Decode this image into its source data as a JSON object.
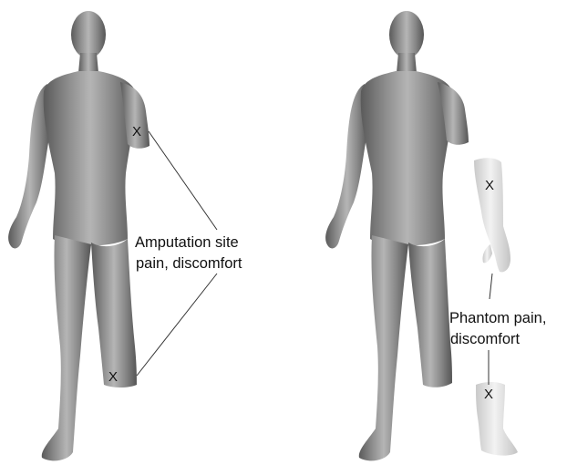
{
  "colors": {
    "body_light": "#b3b3b3",
    "body_mid": "#878787",
    "body_dark": "#575757",
    "ghost_light": "#f0f0f0",
    "ghost_dark": "#c6c6c6",
    "line": "#333333",
    "background": "#ffffff"
  },
  "left_panel": {
    "label_line1": "Amputation site",
    "label_line2": "pain, discomfort",
    "mark_arm": "X",
    "mark_leg": "X"
  },
  "right_panel": {
    "label_line1": "Phantom pain,",
    "label_line2": "discomfort",
    "mark_arm": "X",
    "mark_leg": "X"
  }
}
